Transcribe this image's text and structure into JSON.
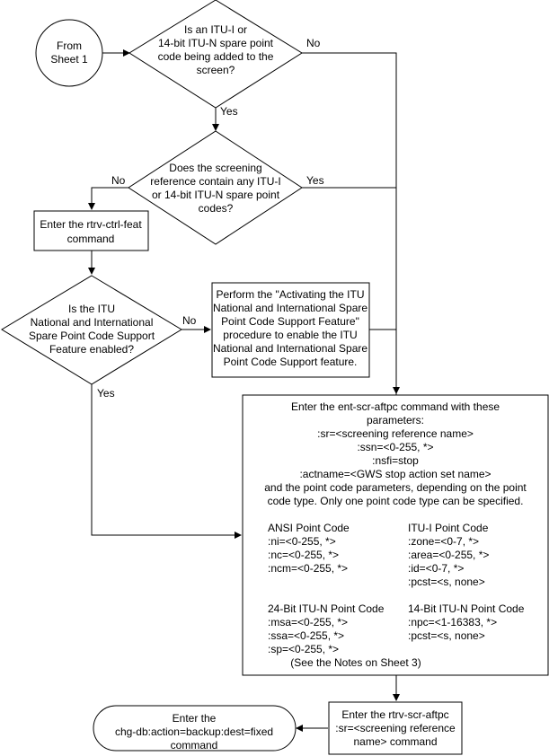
{
  "start_node": {
    "lines": [
      "From",
      "Sheet 1"
    ]
  },
  "decision_spare_pc": {
    "lines": [
      "Is an ITU-I or",
      "14-bit ITU-N spare point",
      "code being added to the",
      "screen?"
    ]
  },
  "decision_screening_ref": {
    "lines": [
      "Does the screening",
      "reference contain any ITU-I",
      "or 14-bit ITU-N spare point",
      "codes?"
    ]
  },
  "process_rtrv_ctrl_feat": {
    "lines": [
      "Enter the rtrv-ctrl-feat",
      "command"
    ]
  },
  "decision_feature_enabled": {
    "lines": [
      "Is the ITU",
      "National and International",
      "Spare Point Code Support",
      "Feature enabled?"
    ]
  },
  "process_activate_feature": {
    "lines": [
      "Perform the \"Activating the ITU",
      "National and International Spare",
      "Point Code Support Feature\"",
      "procedure to enable the ITU",
      "National and International Spare",
      "Point Code Support feature."
    ]
  },
  "process_ent_scr_aftpc": {
    "intro_lines": [
      "Enter the ent-scr-aftpc command with these",
      "parameters:",
      ":sr=<screening reference name>",
      ":ssn=<0-255, *>",
      ":nsfi=stop",
      ":actname=<GWS stop action set name>",
      "and the point code parameters, depending on the point",
      "code type. Only one point code type can be specified."
    ],
    "ansi": [
      "ANSI Point Code",
      ":ni=<0-255, *>",
      ":nc=<0-255, *>",
      ":ncm=<0-255, *>"
    ],
    "itu_i": [
      "ITU-I Point Code",
      ":zone=<0-7, *>",
      ":area=<0-255, *>",
      ":id=<0-7, *>",
      ":pcst=<s, none>"
    ],
    "itu_n24": [
      "24-Bit ITU-N Point Code",
      ":msa=<0-255, *>",
      ":ssa=<0-255, *>",
      ":sp=<0-255, *>"
    ],
    "itu_n14": [
      "14-Bit ITU-N Point Code",
      ":npc=<1-16383, *>",
      ":pcst=<s, none>"
    ],
    "note": "(See the Notes on Sheet 3)"
  },
  "process_rtrv_scr_aftpc": {
    "lines": [
      "Enter the rtrv-scr-aftpc",
      ":sr=<screening reference",
      "name>  command"
    ]
  },
  "end_node": {
    "lines": [
      "Enter the",
      "chg-db:action=backup:dest=fixed",
      "command"
    ]
  },
  "edge_labels": {
    "d1_no": "No",
    "d1_yes": "Yes",
    "d2_no": "No",
    "d2_yes": "Yes",
    "d3_no": "No",
    "d3_yes": "Yes"
  }
}
